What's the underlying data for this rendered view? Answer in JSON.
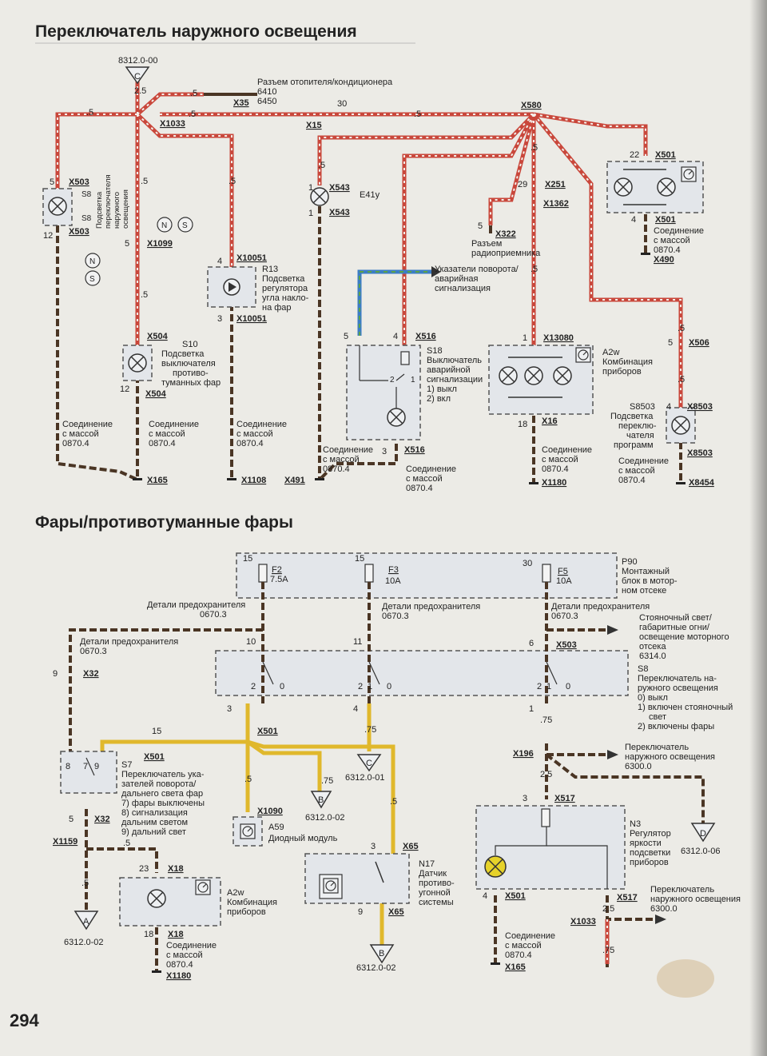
{
  "titles": {
    "top": "Переключатель наружного освещения",
    "bottom": "Фары/противотуманные фары"
  },
  "page_number": "294",
  "colors": {
    "wire_red_white": "#c9473b",
    "wire_brown": "#4a3524",
    "wire_yellow": "#e0b82c",
    "wire_blue": "#3c7dc4",
    "wire_green": "#5da348",
    "dashed_box": "#555555",
    "box_fill": "#e3e6ea"
  },
  "labels": {
    "t_8312": "8312.0-00",
    "t_C1": "C",
    "t_25a": "2.5",
    "t_05a": ".5",
    "t_05b": ".5",
    "t_05c": ".5",
    "t_x35": "X35",
    "t_heater1": "Разъем отопителя/кондиционера",
    "t_6410": "6410",
    "t_6450": "6450",
    "t_30": "30",
    "t_x1033": "X1033",
    "t_x15": "X15",
    "t_05d": ".5",
    "t_x580": "X580",
    "t_5a": "5",
    "t_x503a": "X503",
    "t_s8a": "S8",
    "t_s8b": "S8",
    "t_x503b": "X503",
    "t_12a": "12",
    "t_s8vert1": "Подсветка",
    "t_s8vert2": "переключателя",
    "t_s8vert3": "наружного",
    "t_s8vert4": "освещения",
    "t_05e": ".5",
    "t_05f": ".5",
    "t_5b": "5",
    "t_x1099": "X1099",
    "t_N1": "N",
    "t_S1": "S",
    "t_N2": "N",
    "t_S2": "S",
    "t_05g": ".5",
    "t_x543a": "X543",
    "t_e41y": "E41y",
    "t_1a": "1",
    "t_1b": "1",
    "t_x543b": "X543",
    "t_05h": ".5",
    "t_4a": "4",
    "t_x10051a": "X10051",
    "t_r13": "R13",
    "t_r13_1": "Подсветка",
    "t_r13_2": "регулятора",
    "t_r13_3": "угла накло-",
    "t_r13_4": "на фар",
    "t_3a": "3",
    "t_x10051b": "X10051",
    "t_29": "29",
    "t_x251": "X251",
    "t_x1362": "X1362",
    "t_05i": ".5",
    "t_5c": "5",
    "t_x322": "X322",
    "t_radio1": "Разъем",
    "t_radio2": "радиоприемника",
    "t_22": "22",
    "t_x501a": "X501",
    "t_4b": "4",
    "t_x501b": "X501",
    "t_mass1": "Соединение",
    "t_mass2": "с массой",
    "t_mass3": "0870.4",
    "t_x490": "X490",
    "t_turn1": "Указатели поворота/",
    "t_turn2": "аварийная",
    "t_turn3": "сигнализация",
    "t_5d": "5",
    "t_4c": "4",
    "t_x516a": "X516",
    "t_s18": "S18",
    "t_s18_1": "Выключатель",
    "t_s18_2": "аварийной",
    "t_s18_3": "сигнализации",
    "t_s18_4": "1) выкл",
    "t_s18_5": "2) вкл",
    "t_2a": "2",
    "t_1c": "1",
    "t_x516b": "X516",
    "t_3b": "3",
    "t_05j": ".5",
    "t_1d": "1",
    "t_x13080": "X13080",
    "t_a2w": "A2w",
    "t_a2w_1": "Комбинация",
    "t_a2w_2": "приборов",
    "t_x16": "X16",
    "t_18a": "18",
    "t_05k": ".5",
    "t_x506": "X506",
    "t_05l": ".5",
    "t_4d": "4",
    "t_x8503a": "X8503",
    "t_s8503": "S8503",
    "t_s8503_1": "Подсветка",
    "t_s8503_2": "переклю-",
    "t_s8503_3": "чателя",
    "t_s8503_4": "программ",
    "t_x8503b": "X8503",
    "t_x504a": "X504",
    "t_s10": "S10",
    "t_s10_1": "Подсветка",
    "t_s10_2": "выключателя",
    "t_s10_3": "противо-",
    "t_s10_4": "туманных фар",
    "t_12b": "12",
    "t_x504b": "X504",
    "m1_1": "Соединение",
    "m1_2": "с массой",
    "m1_3": "0870.4",
    "m2_1": "Соединение",
    "m2_2": "с массой",
    "m2_3": "0870.4",
    "m3_1": "Соединение",
    "m3_2": "с массой",
    "m3_3": "0870.4",
    "m4_1": "Соединение",
    "m4_2": "с массой",
    "m4_3": "0870.4",
    "m5_1": "Соединение",
    "m5_2": "с массой",
    "m5_3": "0870.4",
    "m6_1": "Соединение",
    "m6_2": "с массой",
    "m6_3": "0870.4",
    "m7_1": "Соединение",
    "m7_2": "с массой",
    "m7_3": "0870.4",
    "t_x165a": "X165",
    "t_x1108": "X1108",
    "t_x491": "X491",
    "t_x1180a": "X1180",
    "t_x8454": "X8454",
    "b_15a": "15",
    "b_f2": "F2",
    "b_75a": "7.5A",
    "b_15b": "15",
    "b_f3": "F3",
    "b_10a1": "10A",
    "b_30": "30",
    "b_f5": "F5",
    "b_10a2": "10A",
    "b_p90": "P90",
    "b_p90_1": "Монтажный",
    "b_p90_2": "блок в мотор-",
    "b_p90_3": "ном отсеке",
    "b_det1a": "Детали предохранителя",
    "b_det1b": "0670.3",
    "b_det2a": "Детали предохранителя",
    "b_det2b": "0670.3",
    "b_det3a": "Детали предохранителя",
    "b_det3b": "0670.3",
    "b_det4a": "Детали предохранителя",
    "b_det4b": "0670.3",
    "b_park1": "Стояночный свет/",
    "b_park2": "габаритные огни/",
    "b_park3": "освещение моторного",
    "b_park4": "отсека",
    "b_park5": "6314.0",
    "b_10": "10",
    "b_11": "11",
    "b_6": "6",
    "b_x503": "X503",
    "b_9": "9",
    "b_x32a": "X32",
    "b_s8": "S8",
    "b_s8_1": "Переключатель на-",
    "b_s8_2": "ружного освещения",
    "b_s8_3": "0) выкл",
    "b_s8_4": "1) включен стояночный",
    "b_s8_5": "свет",
    "b_s8_6": "2) включены фары",
    "b_sw1_2": "2",
    "b_sw1_0": "0",
    "b_sw2_2": "2",
    "b_sw2_1": "1",
    "b_sw2_0": "0",
    "b_sw3_2": "2",
    "b_sw3_1": "1",
    "b_sw3_0": "0",
    "b_3a": "3",
    "b_4a": "4",
    "b_1a": "1",
    "b_075a": ".75",
    "b_075b": ".75",
    "b_15c": "15",
    "b_x501a": "X501",
    "b_x501b": "X501",
    "b_C": "C",
    "b_6312_01": "6312.0-01",
    "b_x196": "X196",
    "b_headsw1": "Переключатель",
    "b_headsw2": "наружного освещения",
    "b_headsw3": "6300.0",
    "b_25a": "2.5",
    "b_8": "8",
    "b_7": "7",
    "b_9b": "9",
    "b_s7": "S7",
    "b_s7_1": "Переключатель ука-",
    "b_s7_2": "зателей поворота/",
    "b_s7_3": "дальнего света фар",
    "b_s7_4": "7) фары выключены",
    "b_s7_5": "8) сигнализация",
    "b_s7_6": "дальним светом",
    "b_s7_7": "9) дальний свет",
    "b_05a": ".5",
    "b_075c": ".75",
    "b_05b": ".5",
    "b_B1": "B",
    "b_6312_02a": "6312.0-02",
    "b_5": "5",
    "b_x32b": "X32",
    "b_x1090": "X1090",
    "b_a59": "A59",
    "b_a59_1": "Диодный модуль",
    "b_3b": "3",
    "b_x517a": "X517",
    "b_n3": "N3",
    "b_n3_1": "Регулятор",
    "b_n3_2": "яркости",
    "b_n3_3": "подсветки",
    "b_n3_4": "приборов",
    "b_D": "D",
    "b_6312_06": "6312.0-06",
    "b_x1159": "X1159",
    "b_05c": ".5",
    "b_3c": "3",
    "b_x65a": "X65",
    "b_n17": "N17",
    "b_n17_1": "Датчик",
    "b_n17_2": "противо-",
    "b_n17_3": "угонной",
    "b_n17_4": "системы",
    "b_23": "23",
    "b_x18a": "X18",
    "b_a2w": "A2w",
    "b_a2w_1": "Комбинация",
    "b_a2w_2": "приборов",
    "b_05d": ".5",
    "b_A": "A",
    "b_6312_02b": "6312.0-02",
    "b_18": "18",
    "b_x18b": "X18",
    "b_mass1": "Соединение",
    "b_mass2": "с массой",
    "b_mass3": "0870.4",
    "b_x1180": "X1180",
    "b_9c": "9",
    "b_x65b": "X65",
    "b_B2": "B",
    "b_6312_02c": "6312.0-02",
    "b_4b": "4",
    "b_x501c": "X501",
    "b_mass4": "Соединение",
    "b_mass5": "с массой",
    "b_mass6": "0870.4",
    "b_x165": "X165",
    "b_x517b": "X517",
    "b_headsw4": "Переключатель",
    "b_headsw5": "наружного освещения",
    "b_headsw6": "6300.0",
    "b_25b": "2.5",
    "b_x1033": "X1033",
    "b_075d": ".75"
  }
}
